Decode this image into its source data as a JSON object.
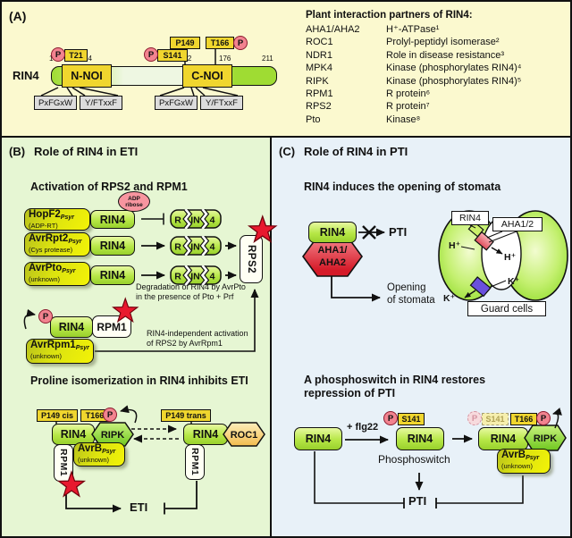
{
  "shared": {
    "p": "P",
    "rin4": "RIN4",
    "rpm1": "RPM1"
  },
  "panelA": {
    "label": "(A)",
    "rin4_label": "RIN4",
    "ticks": [
      "1",
      "64",
      "142",
      "176",
      "211"
    ],
    "n_noi": "N-NOI",
    "c_noi": "C-NOI",
    "sites": {
      "t21": "T21",
      "s141": "S141",
      "p149": "P149",
      "t166": "T166"
    },
    "motifs": [
      "PxFGxW",
      "Y/FTxxF",
      "PxFGxW",
      "Y/FTxxF"
    ],
    "table": {
      "title": "Plant interaction partners of RIN4:",
      "rows": [
        {
          "name": "AHA1/AHA2",
          "desc": "H⁺-ATPase¹"
        },
        {
          "name": "ROC1",
          "desc": "Prolyl-peptidyl isomerase²"
        },
        {
          "name": "NDR1",
          "desc": "Role in disease resistance³"
        },
        {
          "name": "MPK4",
          "desc": "Kinase (phosphorylates RIN4)⁴"
        },
        {
          "name": "RIPK",
          "desc": "Kinase (phosphorylates RIN4)⁵"
        },
        {
          "name": "RPM1",
          "desc": "R protein⁶"
        },
        {
          "name": "RPS2",
          "desc": "R protein⁷"
        },
        {
          "name": "Pto",
          "desc": "Kinase⁸"
        }
      ]
    }
  },
  "panelB": {
    "label": "(B)",
    "title": "Role of RIN4 in ETI",
    "s1_title": "Activation of RPS2 and RPM1",
    "effectors": {
      "hopf2": {
        "name": "HopF2",
        "sub": "Psyr",
        "note": "(ADP-RT)"
      },
      "avrrpt2": {
        "name": "AvrRpt2",
        "sub": "Psyr",
        "note": "(Cys protease)"
      },
      "avrpto": {
        "name": "AvrPto",
        "sub": "Psyr",
        "note": "(unknown)"
      },
      "avrrpm1": {
        "name": "AvrRpm1",
        "sub": "Psyr",
        "note": "(unknown)"
      },
      "avrb": {
        "name": "AvrB",
        "sub": "Psyr",
        "note": "(unknown)"
      }
    },
    "adp_ribose": "ADP\nribose",
    "frag": [
      "R",
      "IN",
      "4"
    ],
    "rps2": "RPS2",
    "deg_note": "Degradation of RIN4 by AvrPto\nin the presence of Pto + Prf",
    "indep_note": "RIN4-independent activation\nof RPS2 by AvrRpm1",
    "s2_title": "Proline isomerization in RIN4 inhibits ETI",
    "p149_cis": "P149 cis",
    "p149_trans": "P149 trans",
    "t166": "T166",
    "ripk": "RIPK",
    "roc1": "ROC1",
    "eti": "ETI"
  },
  "panelC": {
    "label": "(C)",
    "title": "Role of RIN4 in PTI",
    "s1_title": "RIN4 induces the opening of stomata",
    "aha_line1": "AHA1/",
    "aha_line2": "AHA2",
    "pti": "PTI",
    "opening": "Opening\nof stomata",
    "guard": {
      "rin4": "RIN4",
      "aha12": "AHA1/2",
      "h_plus": "H⁺",
      "k_plus": "K⁺",
      "label": "Guard cells"
    },
    "s2_title": "A phosphoswitch in RIN4 restores\nrepression of PTI",
    "flg22": "+ flg22",
    "s141": "S141",
    "t166": "T166",
    "phosphoswitch": "Phosphoswitch",
    "ripk": "RIPK",
    "avrb": {
      "name": "AvrB",
      "sub": "Psyr",
      "note": "(unknown)"
    },
    "pti2": "PTI"
  },
  "colors": {
    "panel_a_bg": "#fbf9cf",
    "panel_b_bg": "#e6f6d3",
    "panel_c_bg": "#e8f1f8",
    "gold_label": "#f0d62e",
    "rin4_green": "#b6e746",
    "effector_yellow": "#f3f307",
    "star_red": "#e8192e",
    "phospho_pink": "#f2838f",
    "aha_red": "#d51a28",
    "roc1_orange": "#f2bc4e",
    "ripk_green": "#6fc81f",
    "guard_cell_green": "#7fd414",
    "k_channel_purple": "#6a50dc"
  }
}
